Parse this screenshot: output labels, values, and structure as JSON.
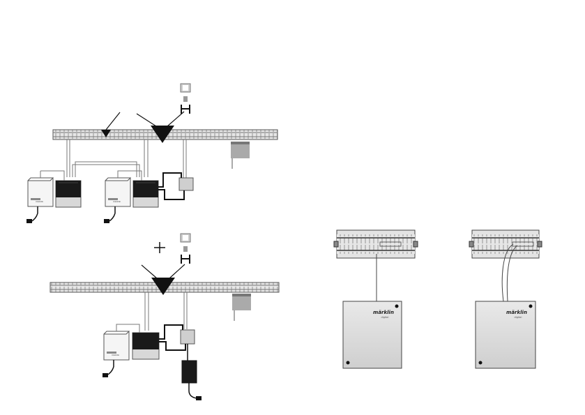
{
  "diagram": {
    "brand_label": "märklin",
    "brand_sub": "digital",
    "small_device_label": "märklin"
  }
}
